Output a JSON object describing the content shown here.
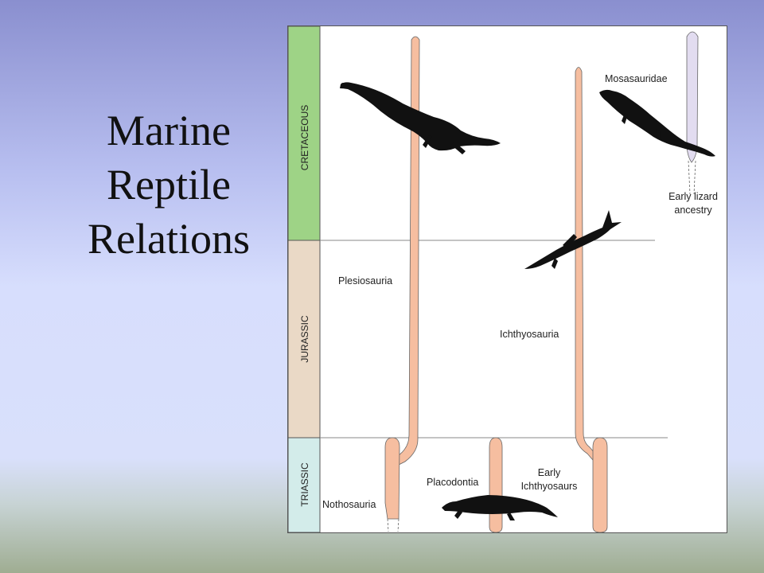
{
  "slide": {
    "title_lines": [
      "Marine",
      "Reptile",
      "Relations"
    ]
  },
  "diagram": {
    "periods": [
      {
        "name": "CRETACEOUS",
        "color": "#9ed386"
      },
      {
        "name": "JURASSIC",
        "color": "#ead9c6"
      },
      {
        "name": "TRIASSIC",
        "color": "#d3ecea"
      }
    ],
    "lineage_color": "#f6bea0",
    "mosasaur_color": "#e2dcf0",
    "labels": {
      "mosasauridae": "Mosasauridae",
      "early_lizard_1": "Early lizard",
      "early_lizard_2": "ancestry",
      "plesiosauria": "Plesiosauria",
      "ichthyosauria": "Ichthyosauria",
      "early_ichthyosaurs_1": "Early",
      "early_ichthyosaurs_2": "Ichthyosaurs",
      "placodontia": "Placodontia",
      "nothosauria": "Nothosauria"
    }
  }
}
